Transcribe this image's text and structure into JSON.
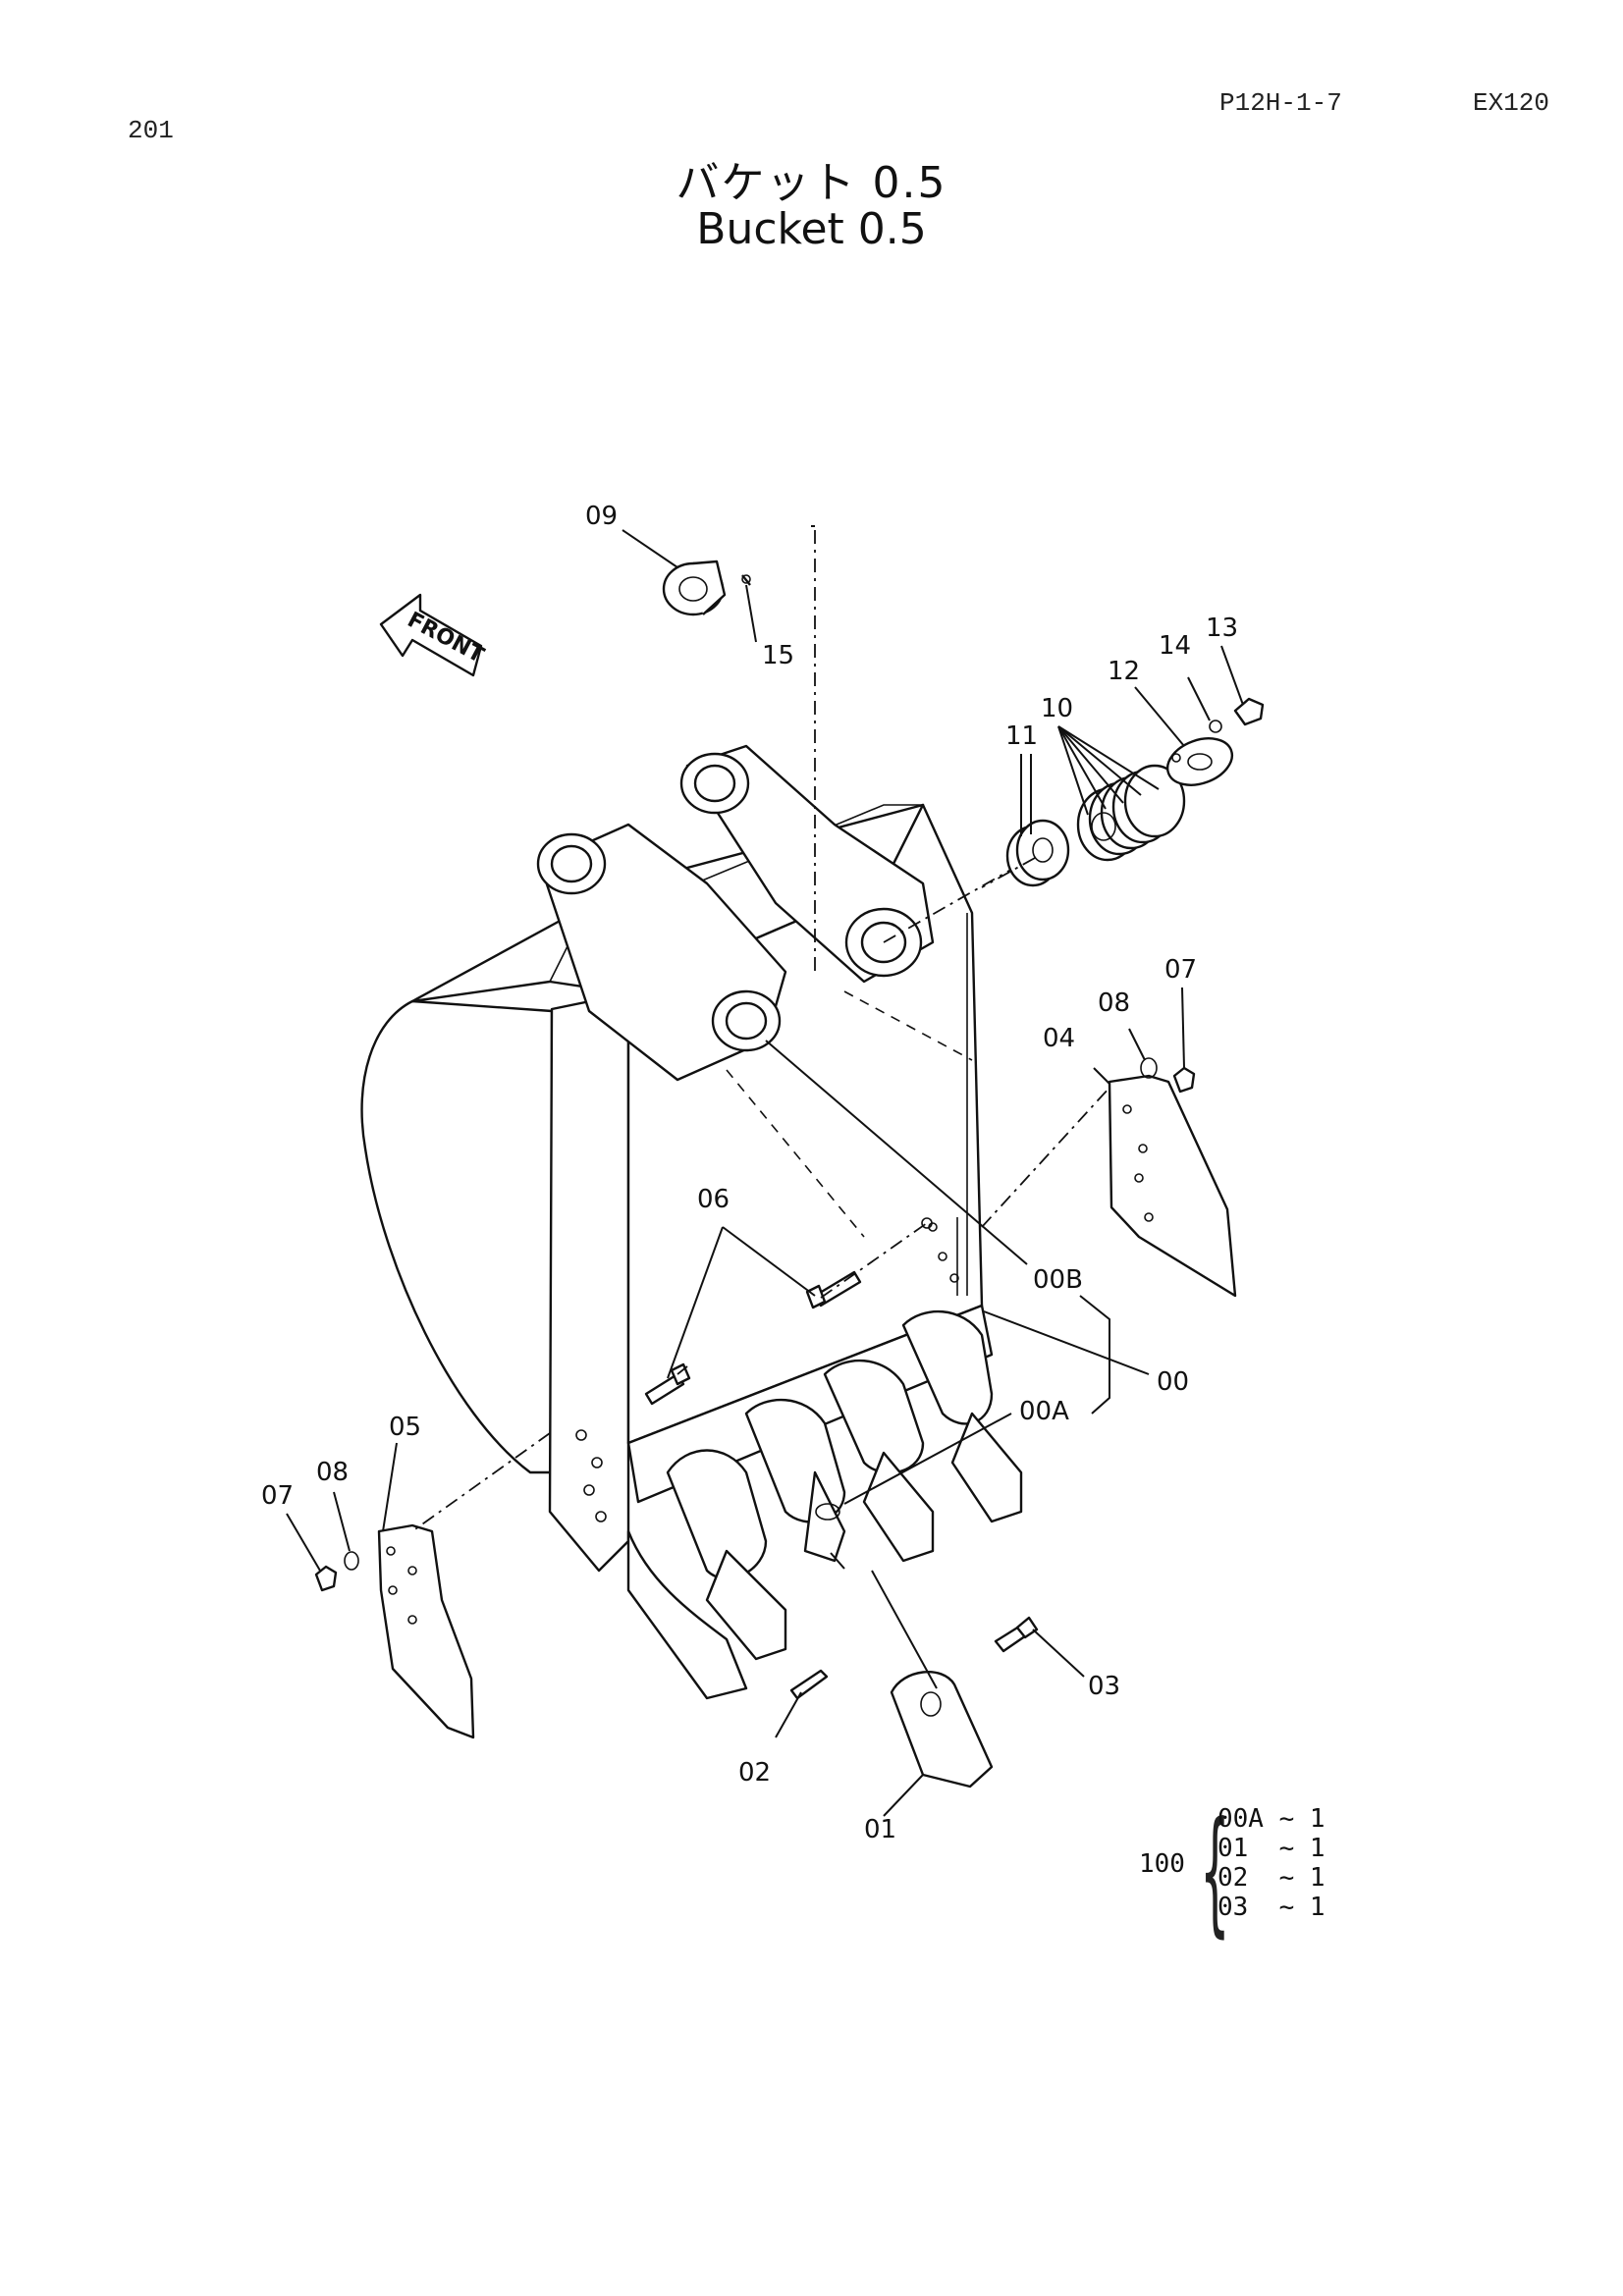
{
  "header": {
    "page_number": "201",
    "reference_code": "P12H-1-7",
    "model": "EX120"
  },
  "title": {
    "japanese": "バケット 0.5",
    "english": "Bucket 0.5"
  },
  "labels": {
    "front": "FRONT",
    "p09": "09",
    "p15": "15",
    "p13": "13",
    "p14": "14",
    "p12": "12",
    "p10": "10",
    "p11": "11",
    "p07_right": "07",
    "p08_right": "08",
    "p04": "04",
    "p06": "06",
    "p00B": "00B",
    "p00": "00",
    "p00A": "00A",
    "p05": "05",
    "p08_left": "08",
    "p07_left": "07",
    "p03": "03",
    "p02": "02",
    "p01": "01"
  },
  "assembly_set": {
    "number": "100",
    "items": [
      {
        "part": "00A",
        "qty": "~ 1"
      },
      {
        "part": "01",
        "qty": "~ 1"
      },
      {
        "part": "02",
        "qty": "~ 1"
      },
      {
        "part": "03",
        "qty": "~ 1"
      }
    ]
  }
}
